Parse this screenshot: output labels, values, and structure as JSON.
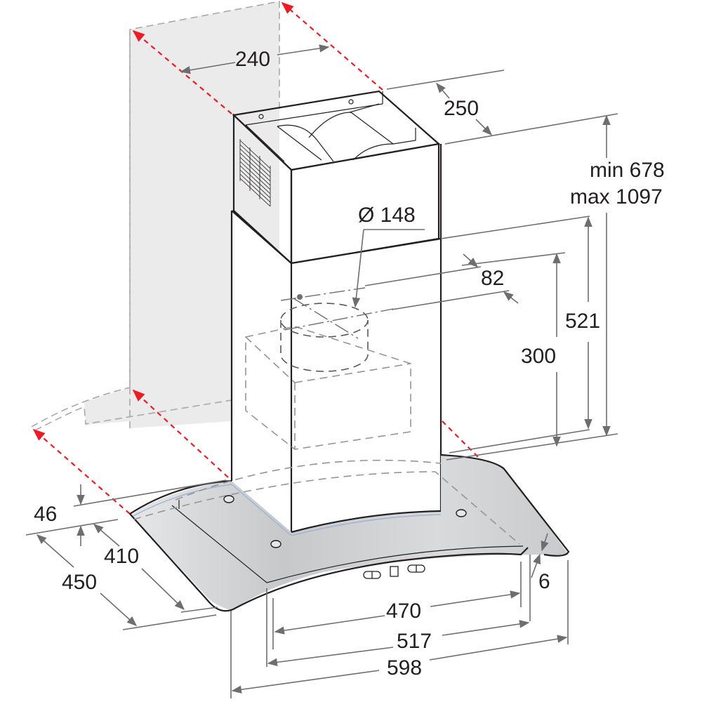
{
  "drawing": {
    "subject": "Chimney cooker hood dimension drawing",
    "units": "mm",
    "colors": {
      "wall_guide": "#ed1c24",
      "dimension_line": "#6d6e71",
      "outline": "#231f20",
      "wall_fill": "#ebebeb",
      "glass_fill": "#d1d3d4"
    }
  },
  "dimensions": {
    "chimney_depth": "240",
    "chimney_width": "250",
    "height_min": "min 678",
    "height_max": "max 1097",
    "duct_diameter": "Ø 148",
    "duct_offset": "82",
    "lower_height_outer": "521",
    "lower_height_inner": "300",
    "canopy_thickness": "46",
    "depth_inner": "410",
    "depth_outer": "450",
    "glass_thickness": "6",
    "width_inner": "470",
    "width_mid": "517",
    "width_total": "598"
  }
}
